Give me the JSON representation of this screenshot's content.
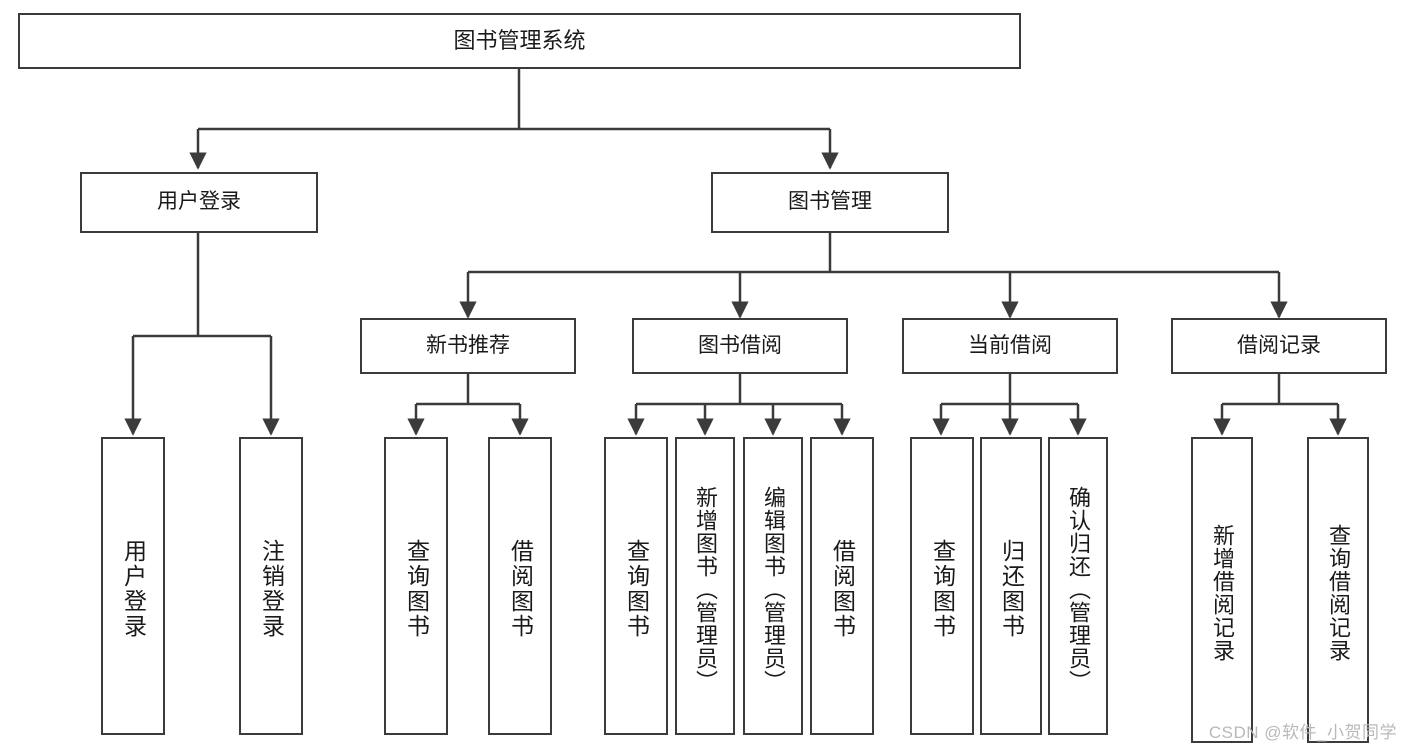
{
  "diagram": {
    "title": "图书管理系统",
    "type": "hierarchy-tree",
    "root": {
      "label": "图书管理系统"
    },
    "level1": [
      {
        "label": "用户登录"
      },
      {
        "label": "图书管理"
      }
    ],
    "level2": [
      {
        "label": "新书推荐"
      },
      {
        "label": "图书借阅"
      },
      {
        "label": "当前借阅"
      },
      {
        "label": "借阅记录"
      }
    ],
    "leaves": {
      "user_login": [
        {
          "label": "用户登录"
        },
        {
          "label": "注销登录"
        }
      ],
      "new_book_recommend": [
        {
          "label": "查询图书"
        },
        {
          "label": "借阅图书"
        }
      ],
      "book_borrow": [
        {
          "label": "查询图书"
        },
        {
          "label": "新增图书（管理员）"
        },
        {
          "label": "编辑图书（管理员）"
        },
        {
          "label": "借阅图书"
        }
      ],
      "current_borrow": [
        {
          "label": "查询图书"
        },
        {
          "label": "归还图书"
        },
        {
          "label": "确认归还（管理员）"
        }
      ],
      "borrow_records": [
        {
          "label": "新增借阅记录"
        },
        {
          "label": "查询借阅记录"
        }
      ]
    }
  },
  "watermark": {
    "text": "CSDN @软件_小贺同学"
  },
  "colors": {
    "stroke": "#3b3b3b",
    "fill": "#ffffff",
    "text": "#1a1a1a",
    "watermark": "#b9b9b9"
  }
}
